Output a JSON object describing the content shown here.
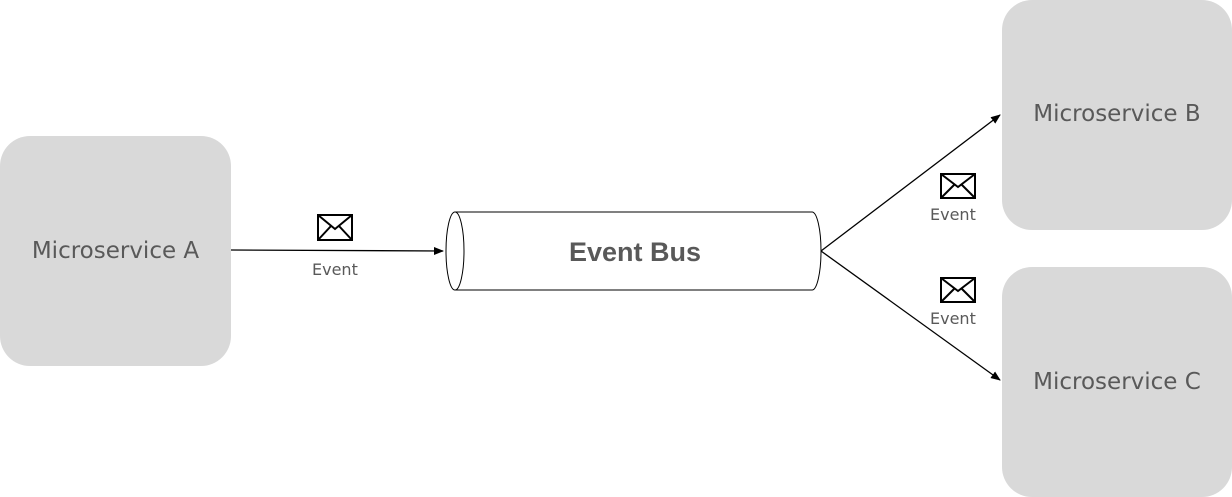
{
  "nodes": {
    "a": "Microservice A",
    "b": "Microservice B",
    "c": "Microservice C"
  },
  "bus": {
    "label": "Event Bus"
  },
  "events": {
    "a_to_bus": "Event",
    "bus_to_b": "Event",
    "bus_to_c": "Event"
  },
  "icons": {
    "message": "envelope-icon"
  },
  "colors": {
    "node_fill": "#d9d9d9",
    "text": "#595959",
    "line": "#000000"
  }
}
